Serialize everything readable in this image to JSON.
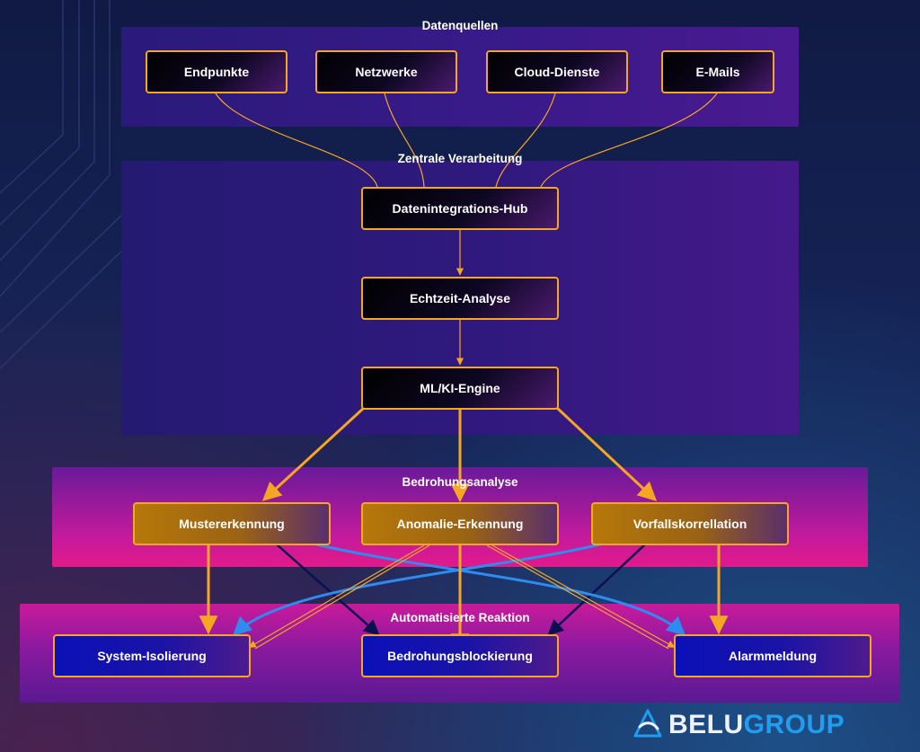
{
  "groups": {
    "sources": "Datenquellen",
    "central": "Zentrale Verarbeitung",
    "threat": "Bedrohungsanalyse",
    "response": "Automatisierte Reaktion"
  },
  "nodes": {
    "endpoints": "Endpunkte",
    "networks": "Netzwerke",
    "cloud": "Cloud-Dienste",
    "emails": "E-Mails",
    "hub": "Datenintegrations-Hub",
    "realtime": "Echtzeit-Analyse",
    "ml": "ML/KI-Engine",
    "pattern": "Mustererkennung",
    "anomaly": "Anomalie-Erkennung",
    "correlation": "Vorfallskorrellation",
    "isolation": "System-Isolierung",
    "blocking": "Bedrohungsblockierung",
    "alert": "Alarmmeldung"
  },
  "colors": {
    "node_border": "#f5a623",
    "edge_orange": "#f5a623",
    "edge_blue": "#2e8bf0",
    "edge_navy": "#0d1050",
    "brand_blue": "#1f9df0"
  },
  "logo": {
    "part1": "BELU",
    "part2": "GROUP",
    "icon": "belugroup-logo-icon"
  }
}
